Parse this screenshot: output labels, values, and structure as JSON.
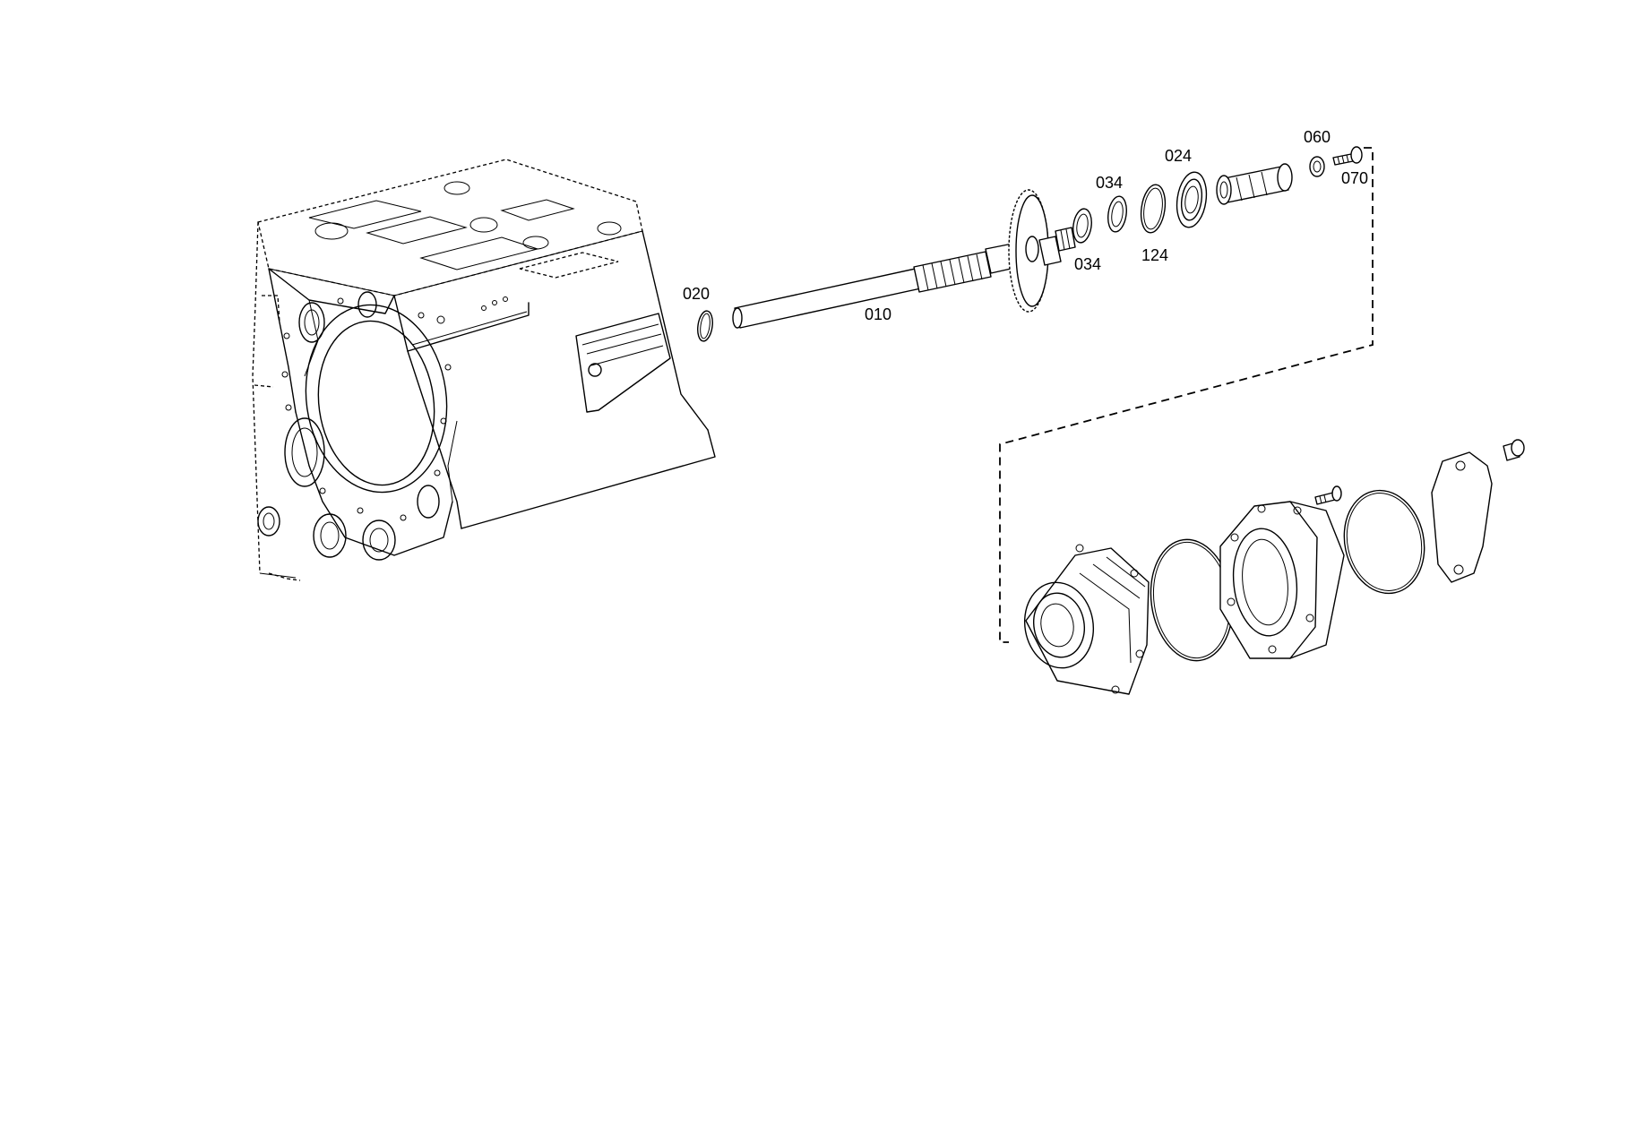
{
  "callouts": {
    "shaft": "010",
    "snap_ring": "020",
    "bearing": "024",
    "washer_a": "034",
    "washer_b": "034",
    "nut": "060",
    "screw": "070",
    "circlip": "124"
  }
}
